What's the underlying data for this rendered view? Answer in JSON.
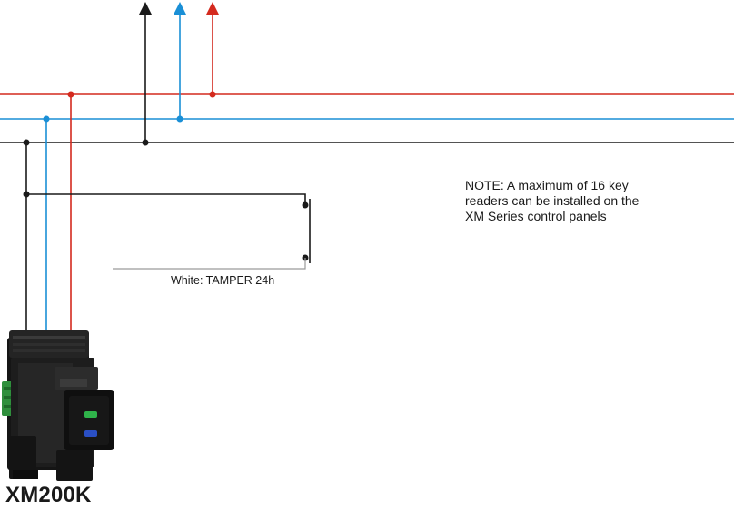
{
  "note": {
    "lines": [
      "NOTE: A maximum of 16 key",
      "readers can be installed on the",
      "XM Series control panels"
    ]
  },
  "tamper_label": "White: TAMPER 24h",
  "device": {
    "model": "XM200K",
    "led_colors": [
      "#2fb34a",
      "#2a4fc4"
    ]
  },
  "wires": {
    "red": "#d42a1e",
    "blue": "#1a8fd6",
    "black": "#1a1a1a",
    "white": "#9a9a9a"
  }
}
